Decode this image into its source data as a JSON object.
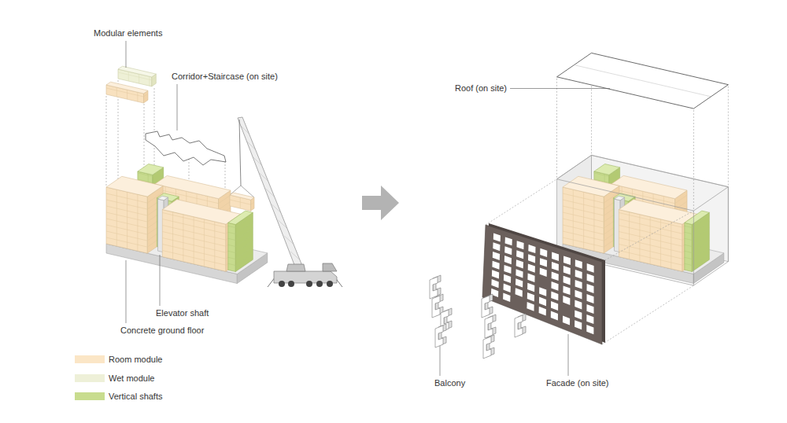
{
  "diagram": {
    "labels": [
      "Modular elements",
      "Corridor+Staircase (on site)",
      "Elevator shaft",
      "Concrete ground floor",
      "Roof (on site)",
      "Balcony",
      "Facade (on site)"
    ],
    "legend": [
      {
        "text": "Room module",
        "color": "#fbe6c6"
      },
      {
        "text": "Wet module",
        "color": "#eef0d8"
      },
      {
        "text": "Vertical shafts",
        "color": "#c8dc8e"
      }
    ]
  }
}
